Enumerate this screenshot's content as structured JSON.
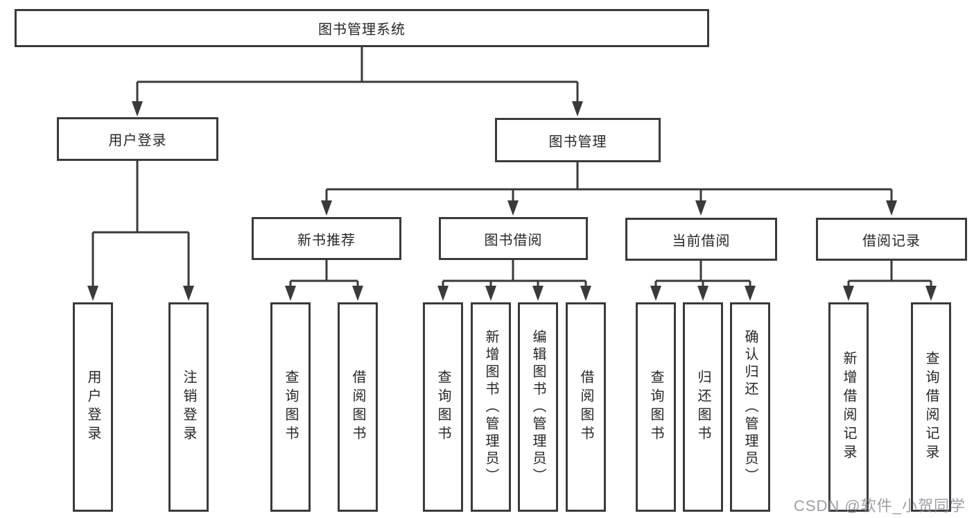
{
  "diagram": {
    "root": {
      "label": "图书管理系统"
    },
    "branches": [
      {
        "label": "用户登录",
        "children": [
          {
            "label": "用户登录"
          },
          {
            "label": "注销登录"
          }
        ]
      },
      {
        "label": "图书管理",
        "groups": [
          {
            "label": "新书推荐",
            "children": [
              {
                "label": "查询图书"
              },
              {
                "label": "借阅图书"
              }
            ]
          },
          {
            "label": "图书借阅",
            "children": [
              {
                "label": "查询图书"
              },
              {
                "label": "新增图书（管理员）"
              },
              {
                "label": "编辑图书（管理员）"
              },
              {
                "label": "借阅图书"
              }
            ]
          },
          {
            "label": "当前借阅",
            "children": [
              {
                "label": "查询图书"
              },
              {
                "label": "归还图书"
              },
              {
                "label": "确认归还（管理员）"
              }
            ]
          },
          {
            "label": "借阅记录",
            "children": [
              {
                "label": "新增借阅记录"
              },
              {
                "label": "查询借阅记录"
              }
            ]
          }
        ]
      }
    ]
  },
  "watermark": "CSDN @软件_小贺同学",
  "colors": {
    "background": "#ffffff",
    "line": "#3a3a3a",
    "box_border": "#3a3a3a",
    "text": "#262626",
    "watermark": "#8e8e94"
  }
}
